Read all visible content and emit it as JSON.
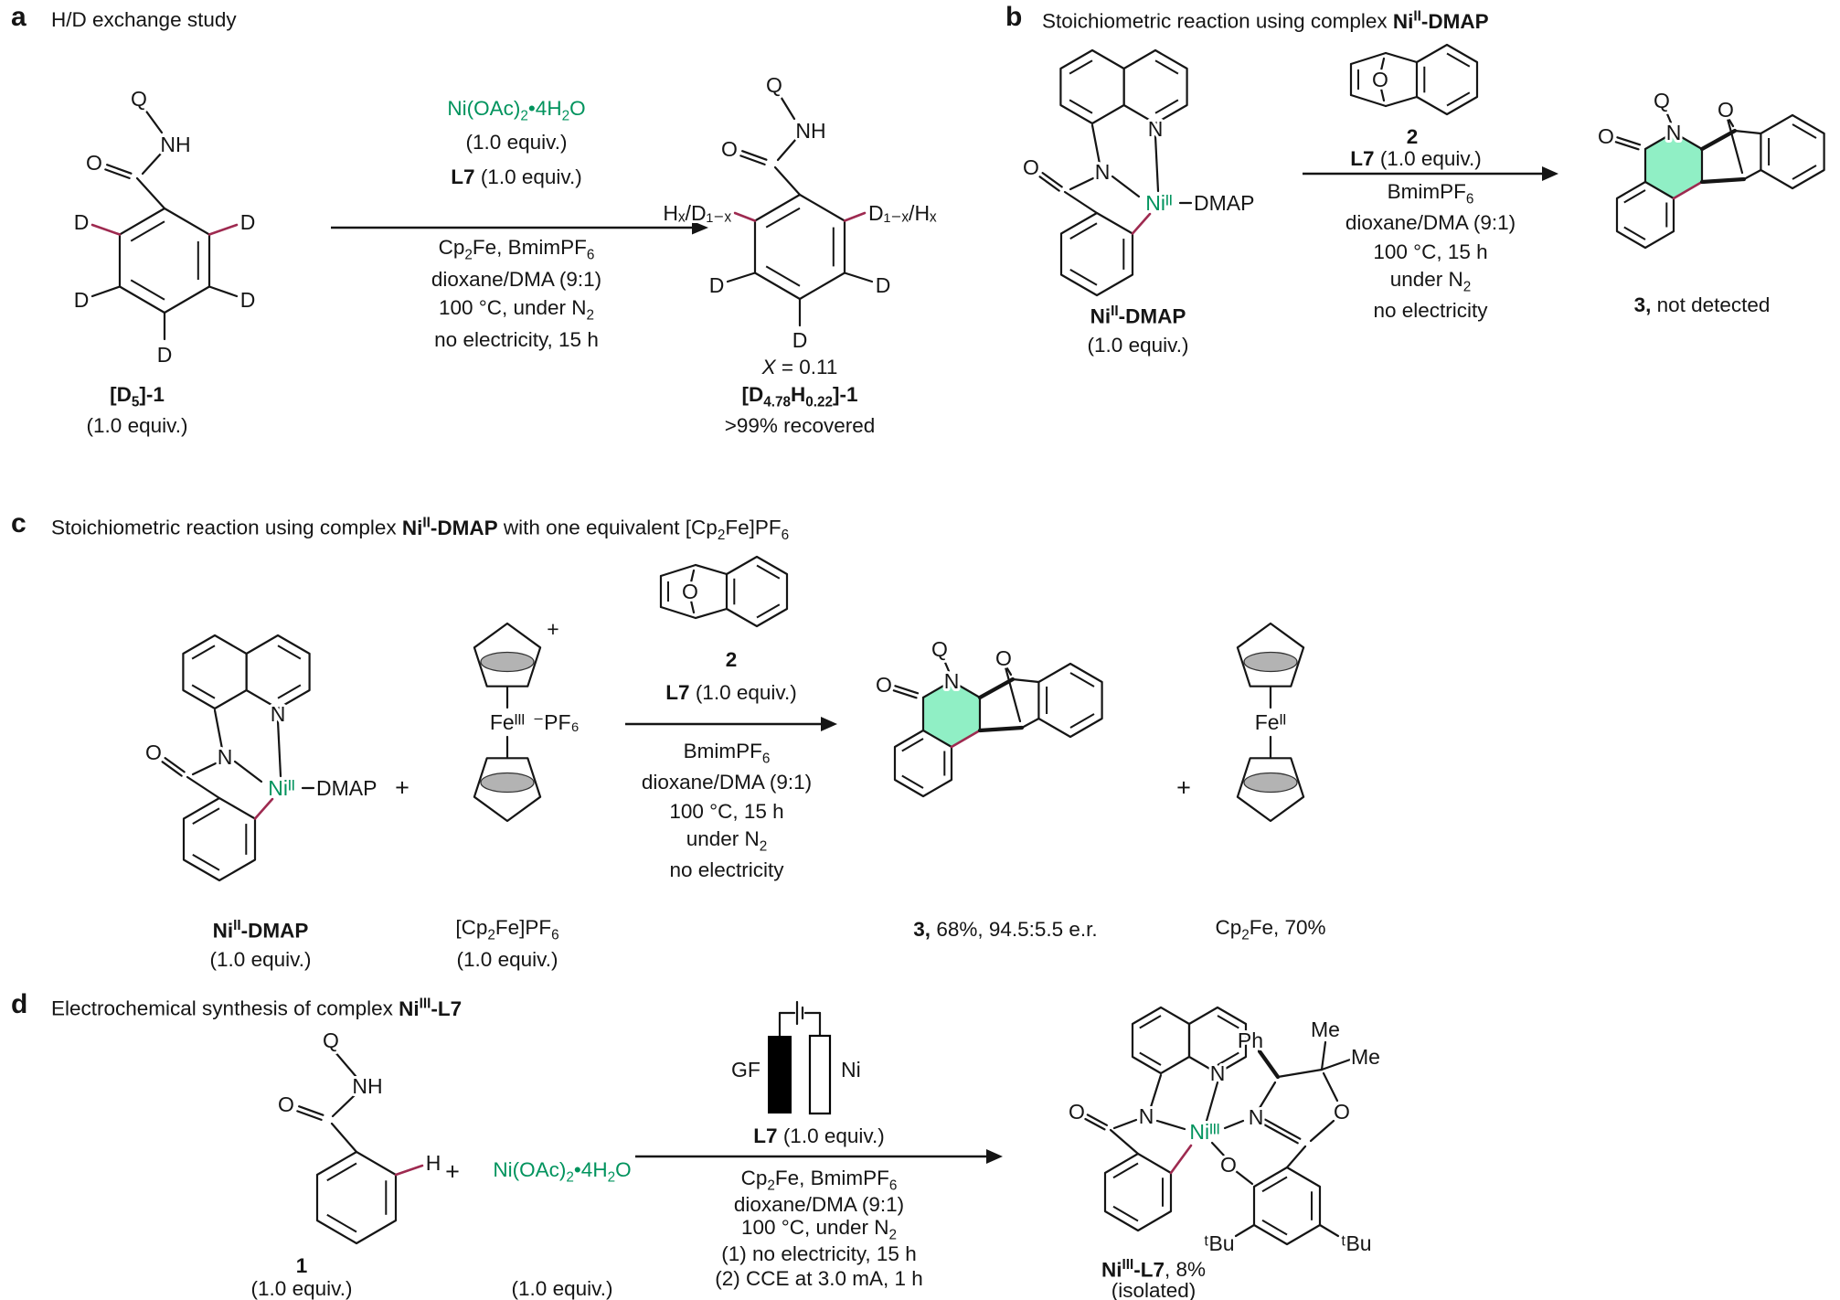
{
  "colors": {
    "green": "#00935d",
    "red-bond": "#9e2a50",
    "highlight": "#90efc5",
    "cp-gray": "#b3b3b3",
    "ink": "#151515"
  },
  "atoms": {
    "O": "O",
    "N": "N",
    "Q": "Q",
    "NH": "NH",
    "D": "D",
    "H": "H"
  },
  "labels": {
    "ni2": "Niᴵᴵ",
    "ni3": "Niᴵᴵᴵ",
    "fe2": "Feᴵᴵ",
    "fe3": "Feᴵᴵᴵ",
    "dmap": "DMAP",
    "pf6": "⁻PF₆",
    "cation": "+",
    "ph": "Ph",
    "me": "Me",
    "tbu": "ᵗBu",
    "gf": "GF",
    "ni_electrode": "Ni",
    "hx_left": "Hₓ/D₁₋ₓ",
    "hx_right": "D₁₋ₓ/Hₓ"
  },
  "panel_a": {
    "label": "a",
    "title": "H/D exchange study",
    "reactant_name": "<b>[D<sub>5</sub>]-1</b>",
    "reactant_equiv": "(1.0 equiv.)",
    "cond_above_1": "Ni(OAc)<sub>2</sub>•4H<sub>2</sub>O",
    "cond_above_2": "(1.0 equiv.)",
    "cond_above_3": "<b>L7</b> (1.0 equiv.)",
    "cond_below_1": "Cp<sub>2</sub>Fe, BmimPF<sub>6</sub>",
    "cond_below_2": "dioxane/DMA (9:1)",
    "cond_below_3": "100 °C, under N<sub>2</sub>",
    "cond_below_4": "no electricity, 15 h",
    "x_note": "<i>X</i> = 0.11",
    "product_name": "<b>[D<sub>4.78</sub>H<sub>0.22</sub>]-1</b>",
    "product_note": "&gt;99% recovered"
  },
  "panel_b": {
    "label": "b",
    "title": "Stoichiometric reaction using complex <b>Ni<sup>II</sup>-DMAP</b>",
    "complex_name": "<b>Ni<sup>II</sup>-DMAP</b>",
    "complex_equiv": "(1.0 equiv.)",
    "compound2_label": "<b>2</b>",
    "l7_line": "<b>L7</b> (1.0 equiv.)",
    "cond_1": "BmimPF<sub>6</sub>",
    "cond_2": "dioxane/DMA (9:1)",
    "cond_3": "100 °C, 15 h",
    "cond_4": "under N<sub>2</sub>",
    "cond_5": "no electricity",
    "product_label": "<b>3,</b> not detected"
  },
  "panel_c": {
    "label": "c",
    "title": "Stoichiometric reaction using complex <b>Ni<sup>II</sup>-DMAP</b> with one equivalent [Cp<sub>2</sub>Fe]PF<sub>6</sub>",
    "complex_name": "<b>Ni<sup>II</sup>-DMAP</b>",
    "complex_equiv": "(1.0 equiv.)",
    "plus_1": "+",
    "ferrocenium_name": "[Cp<sub>2</sub>Fe]PF<sub>6</sub>",
    "ferrocenium_equiv": "(1.0 equiv.)",
    "compound2_label": "<b>2</b>",
    "l7_line": "<b>L7</b> (1.0 equiv.)",
    "cond_1": "BmimPF<sub>6</sub>",
    "cond_2": "dioxane/DMA (9:1)",
    "cond_3": "100 °C, 15 h",
    "cond_4": "under N<sub>2</sub>",
    "cond_5": "no electricity",
    "product_label": "<b>3,</b> 68%, 94.5:5.5 e.r.",
    "plus_2": "+",
    "ferrocene_label": "Cp<sub>2</sub>Fe, 70%"
  },
  "panel_d": {
    "label": "d",
    "title": "Electrochemical synthesis of complex <b>Ni<sup>III</sup>-L7</b>",
    "reactant_label": "<b>1</b>",
    "reactant_equiv": "(1.0 equiv.)",
    "plus": "+",
    "nickel_salt": "Ni(OAc)<sub>2</sub>•4H<sub>2</sub>O",
    "nickel_salt_equiv": "(1.0 equiv.)",
    "l7_line": "<b>L7</b> (1.0 equiv.)",
    "cond_1": "Cp<sub>2</sub>Fe, BmimPF<sub>6</sub>",
    "cond_2": "dioxane/DMA (9:1)",
    "cond_3": "100 °C, under N<sub>2</sub>",
    "cond_4": "(1) no electricity, 15 h",
    "cond_5": "(2) CCE at 3.0 mA, 1 h",
    "product_label": "<b>Ni<sup>III</sup>-L7</b>, 8%",
    "product_note": "(isolated)"
  }
}
